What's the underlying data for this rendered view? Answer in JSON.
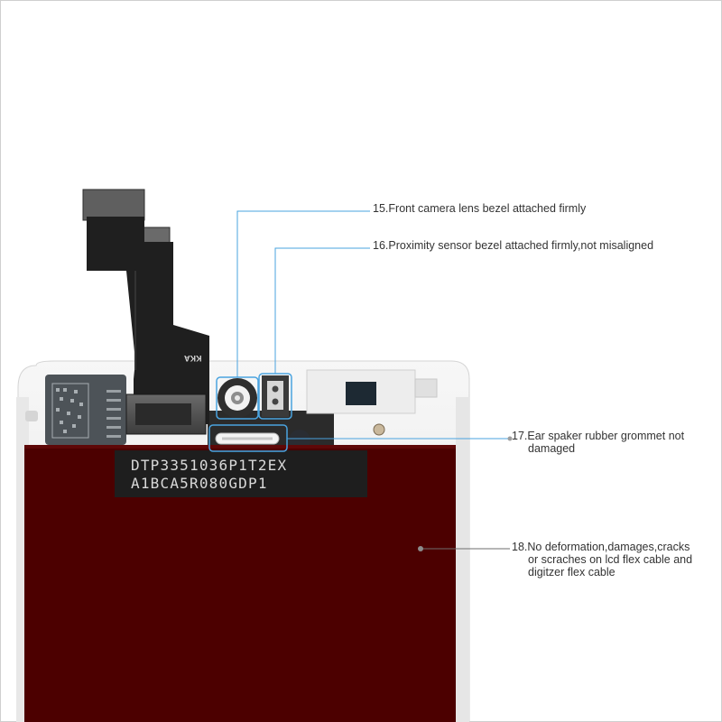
{
  "callouts": [
    {
      "num": "15.",
      "text": "Front camera lens bezel attached firmly"
    },
    {
      "num": "16.",
      "text": "Proximity sensor bezel attached firmly,not misaligned"
    },
    {
      "num": "17.",
      "line1": "Ear spaker rubber grommet not",
      "line2": "damaged"
    },
    {
      "num": "18.",
      "line1": "No deformation,damages,cracks",
      "line2": "or scraches on lcd flex cable and",
      "line3": "digitzer flex cable"
    }
  ],
  "chip": {
    "line1": "DTP3351036P1T2EX",
    "line2": "A1BCA5R080GDP1"
  },
  "flex_label": "KKA",
  "colors": {
    "callout_line": "#4aa3df",
    "highlight_box": "#4aa3df",
    "lcd_panel": "#4c0000",
    "frame_white": "#f2f2f2",
    "flex_cable": "#1e1e1e"
  }
}
